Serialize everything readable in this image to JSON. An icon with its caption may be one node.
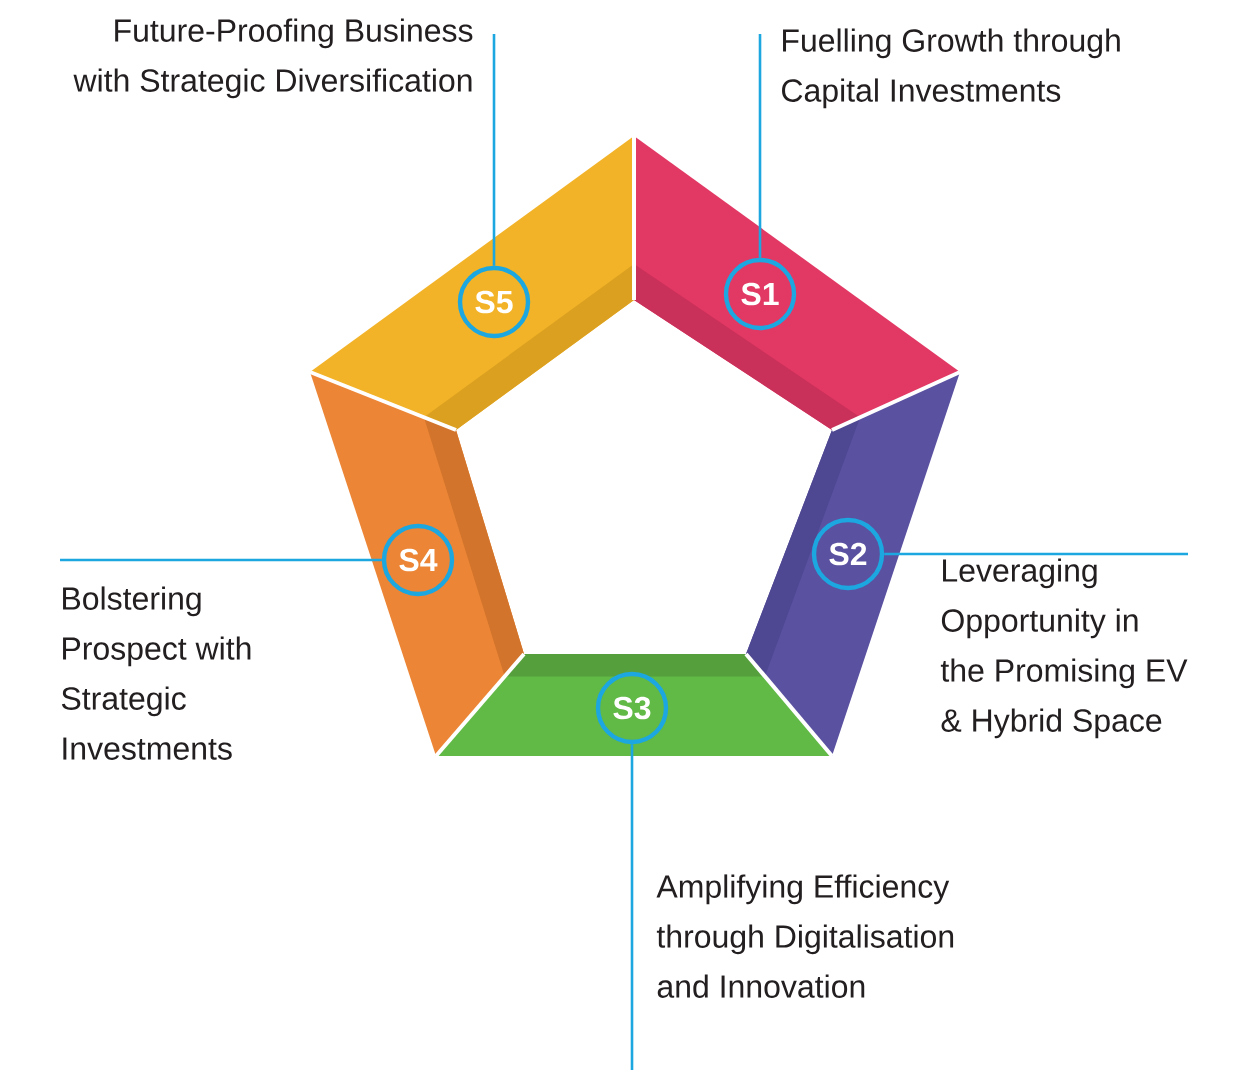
{
  "diagram": {
    "nodes": [
      {
        "text": [
          "S1"
        ]
      },
      {
        "text": [
          "Fuelling Growth through Capital Investments"
        ]
      },
      {
        "text": [
          "S2"
        ]
      },
      {
        "text": [
          "Leveraging Opportunity in the Promising EV & Hybrid Space"
        ]
      },
      {
        "text": [
          "S3"
        ]
      },
      {
        "text": [
          "Amplifying Efficiency through Digitalisation and Innovation"
        ]
      },
      {
        "text": [
          "S4"
        ]
      },
      {
        "text": [
          "Bolstering Prospect with Strategic Investments"
        ]
      },
      {
        "text": [
          "S5"
        ]
      },
      {
        "text": [
          "Future-Proofing Business with Strategic Diversification"
        ]
      }
    ],
    "edges": [
      {
        "from": 1,
        "to": 0,
        "arrow": "none"
      },
      {
        "from": 3,
        "to": 2,
        "arrow": "none"
      },
      {
        "from": 5,
        "to": 4,
        "arrow": "none"
      },
      {
        "from": 7,
        "to": 6,
        "arrow": "none"
      },
      {
        "from": 9,
        "to": 8,
        "arrow": "none"
      }
    ]
  }
}
